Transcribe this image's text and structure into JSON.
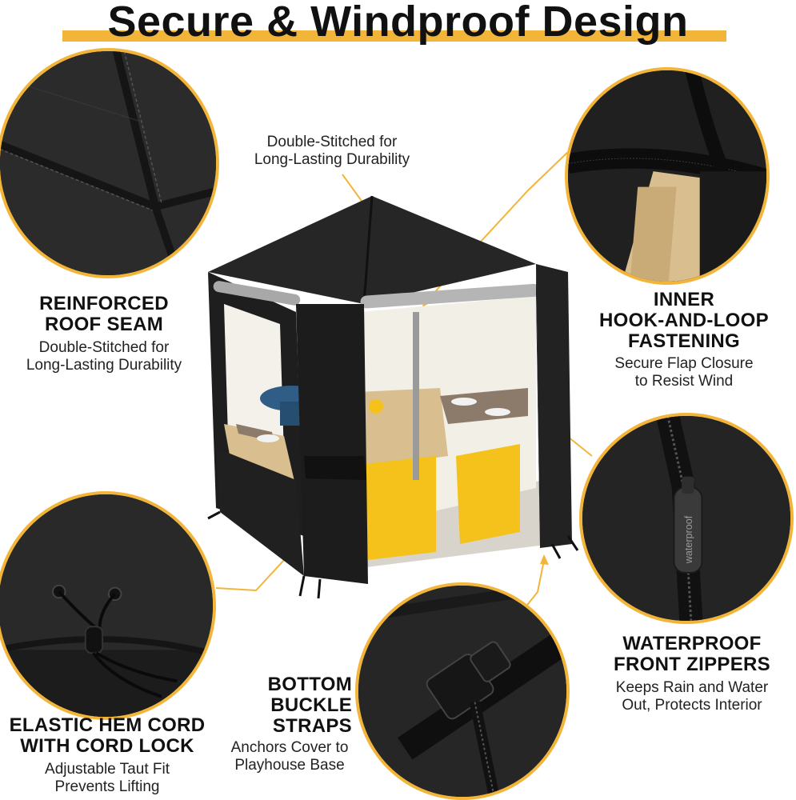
{
  "title": "Secure & Windproof Design",
  "colors": {
    "accent": "#F2B53A",
    "fabric": "#1f1f1f",
    "toy_yellow": "#F4C21A",
    "toy_tan": "#D9BE8F"
  },
  "callouts": {
    "top_note": {
      "line1": "Double-Stitched for",
      "line2": "Long-Lasting Durability"
    },
    "roof_seam": {
      "heading1": "REINFORCED",
      "heading2": "ROOF SEAM",
      "line1": "Double-Stitched for",
      "line2": "Long-Lasting Durability"
    },
    "hook_loop": {
      "heading1": "INNER",
      "heading2": "HOOK-AND-LOOP",
      "heading3": "FASTENING",
      "line1": "Secure Flap Closure",
      "line2": "to Resist Wind"
    },
    "zippers": {
      "heading1": "WATERPROOF",
      "heading2": "FRONT ZIPPERS",
      "line1": "Keeps Rain and Water",
      "line2": "Out, Protects Interior",
      "zipper_mark": "waterproof"
    },
    "buckle": {
      "heading1": "BOTTOM",
      "heading2": "BUCKLE",
      "heading3": "STRAPS",
      "line1": "Anchors Cover to",
      "line2": "Playhouse Base"
    },
    "hem_cord": {
      "heading1": "ELASTIC HEM CORD",
      "heading2": "WITH CORD LOCK",
      "line1": "Adjustable Taut Fit",
      "line2": "Prevents Lifting"
    }
  }
}
